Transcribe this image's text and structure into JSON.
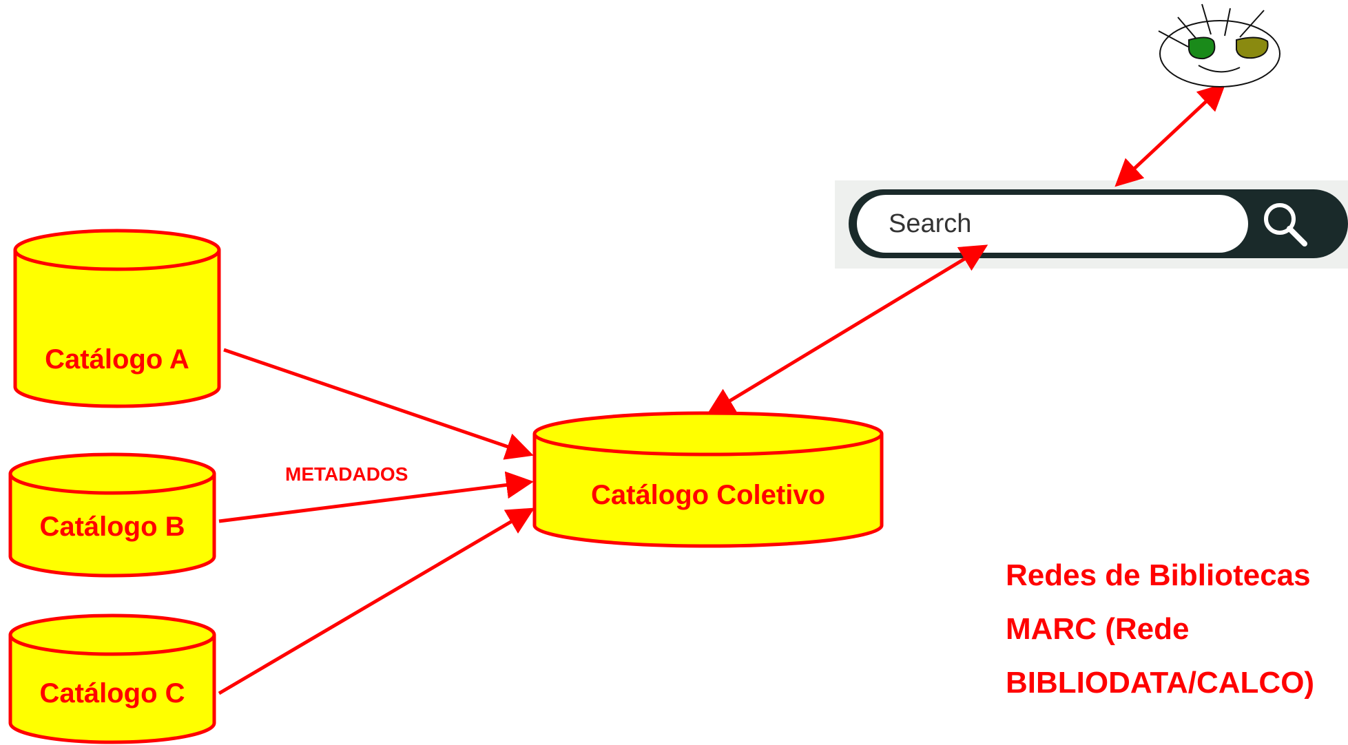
{
  "diagram": {
    "catalogs": [
      {
        "id": "a",
        "label": "Catálogo A"
      },
      {
        "id": "b",
        "label": "Catálogo B"
      },
      {
        "id": "c",
        "label": "Catálogo C"
      }
    ],
    "collective_catalog": {
      "label": "Catálogo Coletivo"
    },
    "edge_label": "METADADOS",
    "search_box": {
      "placeholder": "Search",
      "icon": "magnifier-icon"
    },
    "user_icon": "user-face-icon",
    "caption_lines": [
      "Redes de Bibliotecas",
      "MARC (Rede",
      "BIBLIODATA/CALCO)"
    ],
    "colors": {
      "accent": "#ff0000",
      "database_fill": "#ffff00",
      "search_bar": "#1a2a2a",
      "left_eye": "#1a8a1a",
      "right_eye": "#8a8a10"
    }
  }
}
